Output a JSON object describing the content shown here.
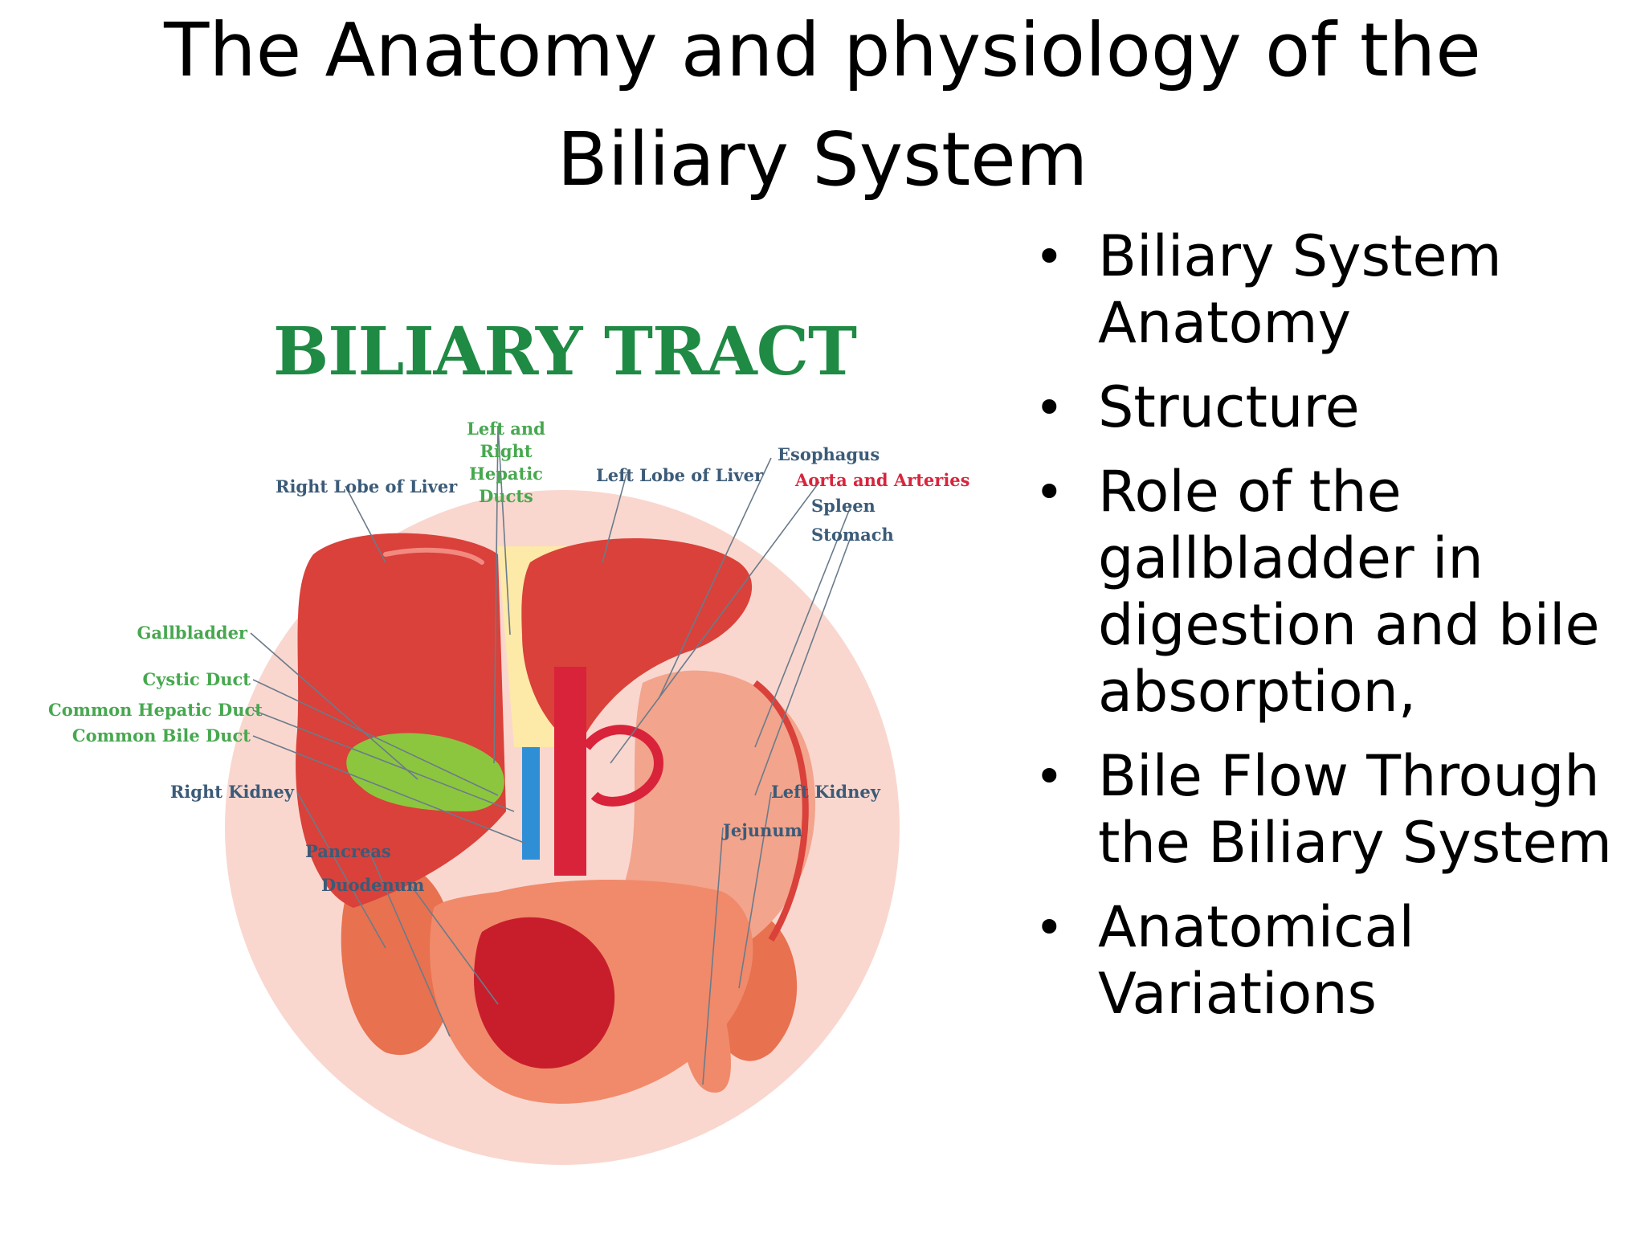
{
  "title": {
    "line1": "The Anatomy and physiology of the",
    "line2": "Biliary System"
  },
  "bullets": [
    "Biliary System Anatomy",
    "Structure",
    "Role of the gallbladder in digestion and bile absorption,",
    "Bile Flow Through the Biliary System",
    "Anatomical Variations"
  ],
  "diagram": {
    "title": "BILIARY TRACT",
    "labels": {
      "left_right_hepatic_ducts": "Left and Right\nHepatic Ducts",
      "right_lobe": "Right Lobe of Liver",
      "left_lobe": "Left Lobe of Liver",
      "esophagus": "Esophagus",
      "aorta": "Aorta and Arteries",
      "spleen": "Spleen",
      "stomach": "Stomach",
      "gallbladder": "Gallbladder",
      "cystic_duct": "Cystic Duct",
      "common_hepatic_duct": "Common Hepatic Duct",
      "common_bile_duct": "Common Bile Duct",
      "right_kidney": "Right Kidney",
      "left_kidney": "Left Kidney",
      "jejunum": "Jejunum",
      "pancreas": "Pancreas",
      "duodenum": "Duodenum"
    },
    "colors": {
      "title_green": "#1f8a44",
      "label_blue": "#3b5b78",
      "label_green": "#47a84f",
      "label_red": "#d7263d",
      "liver": "#d9413a",
      "gallbladder": "#8cc63f",
      "background_circle": "#f9d7cf"
    }
  }
}
